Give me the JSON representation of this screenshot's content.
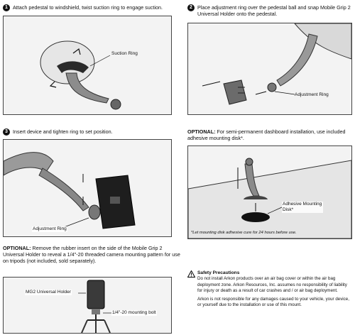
{
  "steps": {
    "s1": {
      "num": "1",
      "text": "Attach pedestal to windshield, twist suction ring to engage suction.",
      "callout": "Suction Ring"
    },
    "s2": {
      "num": "2",
      "text": "Place adjustment ring over the pedestal ball and snap Mobile Grip 2 Universal Holder onto the pedestal.",
      "callout": "Adjustment Ring"
    },
    "s3": {
      "num": "3",
      "text": "Insert device and tighten ring to set position.",
      "callout": "Adjustment Ring"
    },
    "opt_disk": {
      "prefix": "OPTIONAL:",
      "text": "For semi-permanent dashboard installation, use included adhesive mounting disk*.",
      "callout": "Adhesive Mounting Disk*",
      "footnote": "*Let mounting disk adhesive cure for 24 hours before use."
    },
    "opt_tripod": {
      "prefix": "OPTIONAL:",
      "text": "Remove the rubber insert on the side of the Mobile Grip 2 Universal Holder to reveal a 1/4\"-20 threaded camera mounting pattern for use on tripods (not included, sold separately).",
      "callout_holder": "MG2 Universal Holder",
      "callout_bolt": "1/4\"-20 mounting bolt"
    }
  },
  "safety": {
    "title": "Safety Precautions",
    "p1": "Do not install Arkon products over an air bag cover or within the air bag deployment zone. Arkon Resources, Inc. assumes no responsibility of liability for injury or death as a result of car crashes and / or air bag deployment.",
    "p2": "Arkon is not responsible for any damages caused to your vehicle, your device, or yourself due to the installation or use of this mount."
  },
  "icons": {
    "warning": "warning-triangle-icon"
  }
}
